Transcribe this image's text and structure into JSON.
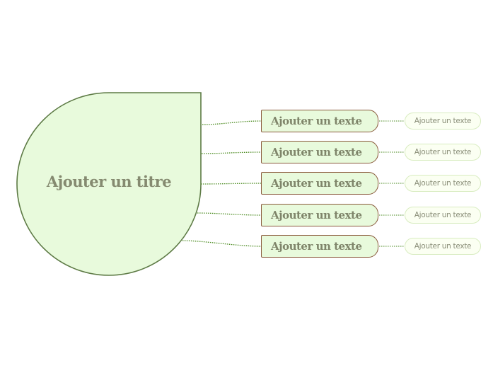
{
  "diagram": {
    "title": "Ajouter un titre",
    "branches": [
      {
        "label": "Ajouter un texte",
        "leaf": "Ajouter un texte"
      },
      {
        "label": "Ajouter un texte",
        "leaf": "Ajouter un texte"
      },
      {
        "label": "Ajouter un texte",
        "leaf": "Ajouter un texte"
      },
      {
        "label": "Ajouter un texte",
        "leaf": "Ajouter un texte"
      },
      {
        "label": "Ajouter un texte",
        "leaf": "Ajouter un texte"
      }
    ]
  },
  "colors": {
    "node_fill": "#e8fadc",
    "node_stroke": "#5d7a45",
    "branch_stroke": "#8a5a3c",
    "connector": "#4a8a1f",
    "text": "#858a70"
  }
}
